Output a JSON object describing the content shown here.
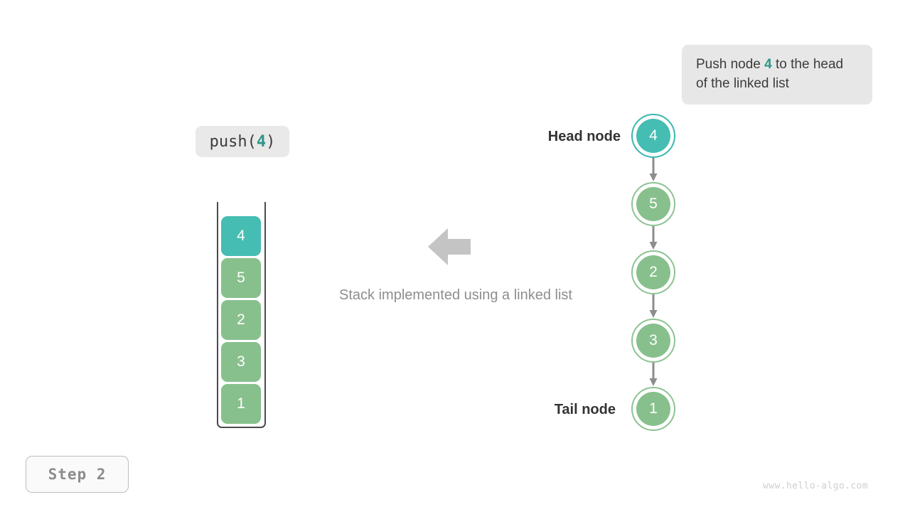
{
  "colors": {
    "teal": "#45bdb2",
    "teal_text": "#2e9688",
    "green": "#87c08c",
    "gray_arrow": "#c4c4c4",
    "chip_bg": "#e9e9e9",
    "callout_bg": "#e7e7e7",
    "caption_text": "#8e8e8e",
    "label_text": "#333333",
    "watermark": "#cfcfcf"
  },
  "callout": {
    "text_before": "Push node ",
    "highlight": "4",
    "text_after": " to the head of the linked list"
  },
  "code_chip": {
    "prefix": "push(",
    "arg": "4",
    "suffix": ")"
  },
  "step_badge": {
    "label": "Step 2"
  },
  "watermark": {
    "text": "www.hello-algo.com"
  },
  "caption": {
    "text": "Stack implemented using a linked list"
  },
  "center_arrow": {
    "direction": "left",
    "icon": "arrow-left-icon"
  },
  "stack": {
    "cells": [
      {
        "value": "4",
        "color": "teal"
      },
      {
        "value": "5",
        "color": "green"
      },
      {
        "value": "2",
        "color": "green"
      },
      {
        "value": "3",
        "color": "green"
      },
      {
        "value": "1",
        "color": "green"
      }
    ]
  },
  "linked_list": {
    "head_label": "Head node",
    "tail_label": "Tail node",
    "nodes": [
      {
        "value": "4",
        "color": "teal"
      },
      {
        "value": "5",
        "color": "green"
      },
      {
        "value": "2",
        "color": "green"
      },
      {
        "value": "3",
        "color": "green"
      },
      {
        "value": "1",
        "color": "green"
      }
    ]
  }
}
